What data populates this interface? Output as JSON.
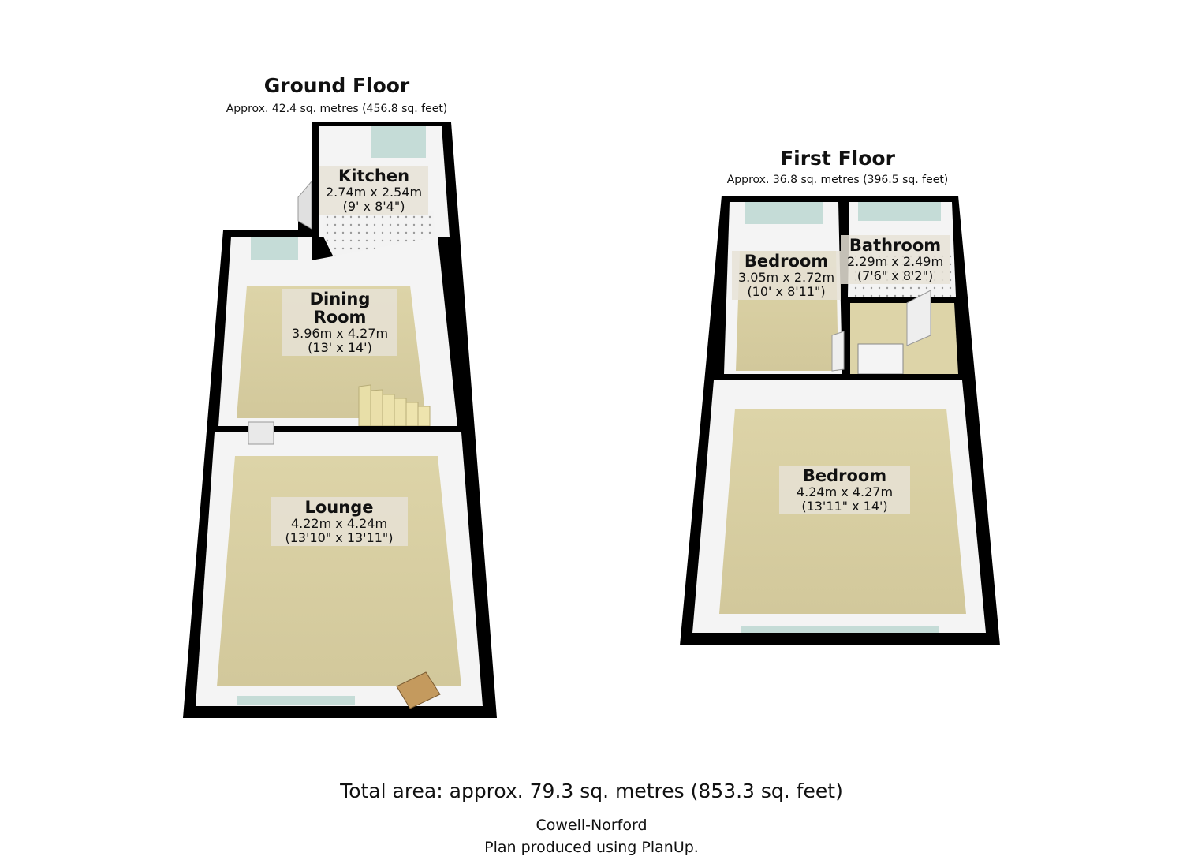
{
  "ground_floor": {
    "title": "Ground Floor",
    "area": "Approx. 42.4 sq. metres (456.8 sq. feet)",
    "rooms": [
      {
        "name": "Kitchen",
        "metric": "2.74m x 2.54m",
        "imperial": "(9' x 8'4\")"
      },
      {
        "name": "Dining Room",
        "metric": "3.96m x 4.27m",
        "imperial": "(13' x 14')"
      },
      {
        "name": "Lounge",
        "metric": "4.22m x 4.24m",
        "imperial": "(13'10\" x 13'11\")"
      }
    ]
  },
  "first_floor": {
    "title": "First Floor",
    "area": "Approx. 36.8 sq. metres (396.5 sq. feet)",
    "rooms": [
      {
        "name": "Bedroom",
        "metric": "3.05m x 2.72m",
        "imperial": "(10' x 8'11\")"
      },
      {
        "name": "Bathroom",
        "metric": "2.29m x 2.49m",
        "imperial": "(7'6\" x 8'2\")"
      },
      {
        "name": "Bedroom",
        "metric": "4.24m x 4.27m",
        "imperial": "(13'11\" x 14')"
      }
    ]
  },
  "footer": {
    "total_area": "Total area: approx. 79.3 sq. metres (853.3 sq. feet)",
    "agent": "Cowell-Norford",
    "credit": "Plan produced using PlanUp."
  },
  "colors": {
    "wall": "#000000",
    "wall_inner": "#f4f4f4",
    "floor": "#d8cfa4",
    "tile": "#f2f2f2",
    "window": "#b9d8d2"
  }
}
